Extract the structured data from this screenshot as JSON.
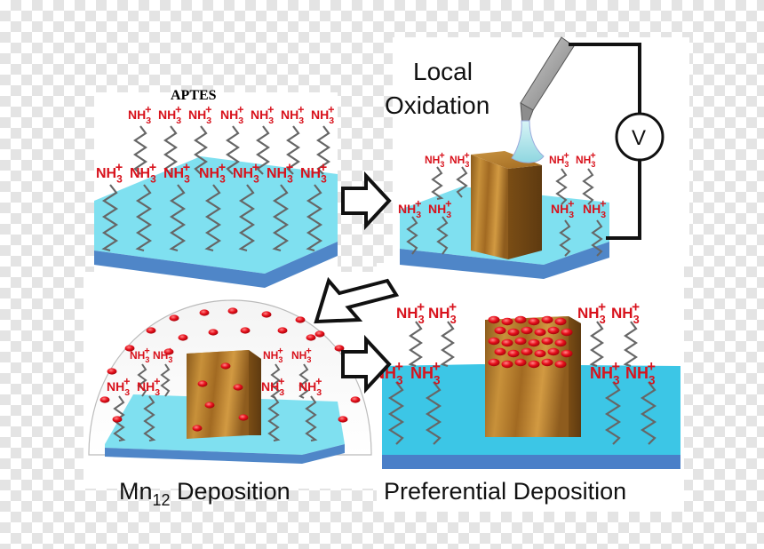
{
  "panels": {
    "p1": {
      "title": "APTES"
    },
    "p2": {
      "title_line1": "Local",
      "title_line2": "Oxidation",
      "meter_symbol": "V"
    },
    "p3": {
      "caption_main": "Mn",
      "caption_sub": "12",
      "caption_rest": " Deposition"
    },
    "p4": {
      "caption": "Preferential Deposition"
    }
  },
  "molecule": {
    "base": "NH",
    "sub": "3",
    "sup": "+"
  },
  "colors": {
    "substrate_top": "#7fe0f0",
    "substrate_side": "#4f86c8",
    "chem_red": "#d8121c",
    "block": "#b8802e",
    "tip": "#a8a8a8",
    "droplet": "#bfe9ee",
    "particle": "#e8101c"
  }
}
